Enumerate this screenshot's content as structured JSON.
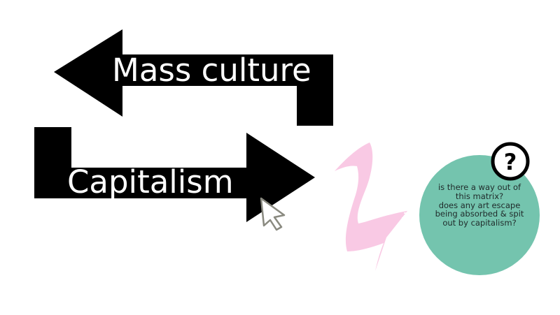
{
  "diagram": {
    "arrow_top_label": "Mass culture",
    "arrow_bottom_label": "Capitalism",
    "question_lines": [
      "is there a way out of",
      "this matrix?",
      "does any art escape",
      "being absorbed & spit",
      "out by capitalism?"
    ],
    "question_mark": "?"
  },
  "colors": {
    "arrow_fill": "#000000",
    "label_text": "#ffffff",
    "circle_fill": "#74c4ae",
    "zigzag_fill": "#f9c9e4"
  },
  "icons": [
    "question-mark-icon",
    "mouse-pointer-icon"
  ]
}
